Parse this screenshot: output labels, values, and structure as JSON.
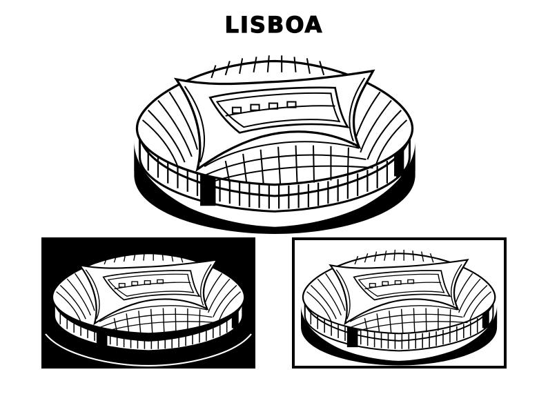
{
  "page": {
    "title": "LISBOA",
    "colors": {
      "ink": "#000000",
      "paper": "#ffffff"
    }
  },
  "illustrations": [
    {
      "id": "main",
      "style": "outline",
      "subject": "stadium-icon"
    },
    {
      "id": "inverted",
      "style": "white-on-black",
      "subject": "stadium-icon"
    },
    {
      "id": "framed",
      "style": "framed",
      "subject": "stadium-icon"
    }
  ]
}
